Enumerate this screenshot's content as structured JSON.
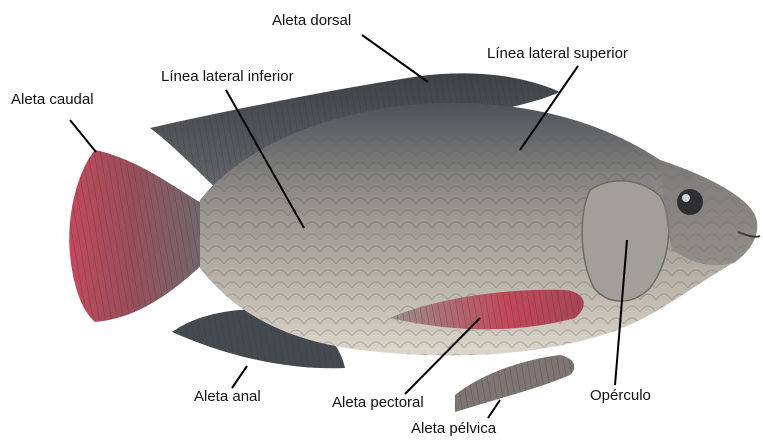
{
  "labels": {
    "aleta_dorsal": "Aleta dorsal",
    "linea_lateral_superior": "Línea lateral superior",
    "linea_lateral_inferior": "Línea lateral inferior",
    "aleta_caudal": "Aleta caudal",
    "aleta_anal": "Aleta anal",
    "aleta_pectoral": "Aleta pectoral",
    "operculo": "Opérculo",
    "aleta_pelvica": "Aleta pélvica"
  },
  "colors": {
    "body": "#8c8a86",
    "belly": "#d8d2c8",
    "back": "#4a4f55",
    "fin_red": "#b2404f",
    "fin_dark": "#3f4448",
    "leader_line": "#000000",
    "background": "#ffffff"
  }
}
